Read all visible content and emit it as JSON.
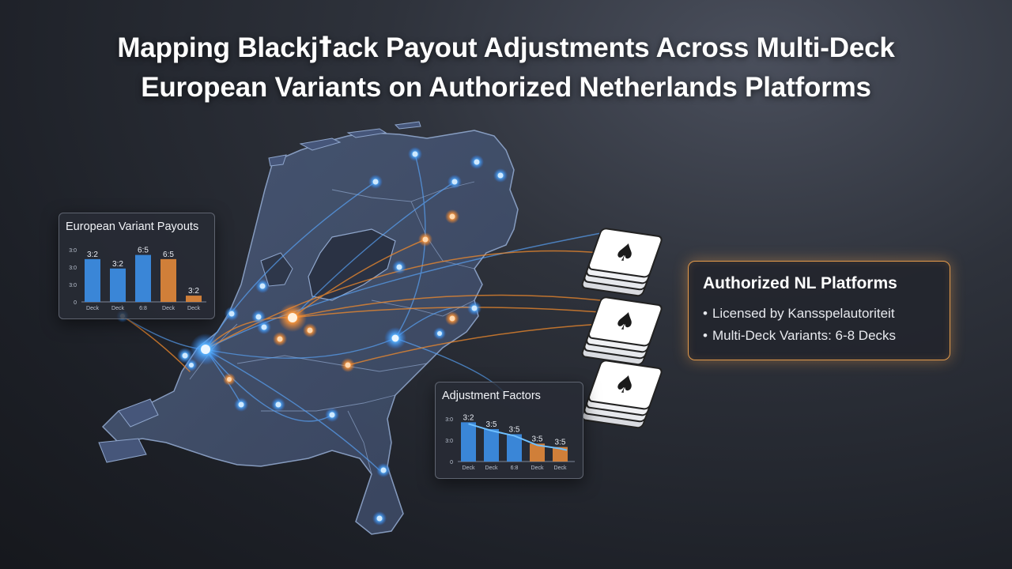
{
  "title": {
    "line1": "Mapping Blackjꝉack Payout Adjustments Across Multi-Deck",
    "line2": "European Variants on Authorized Netherlands Platforms"
  },
  "payouts_panel": {
    "title": "European Variant Payouts",
    "y_ticks": [
      "3:0",
      "3:0",
      "3:0",
      "0"
    ],
    "bars": [
      {
        "label": "3:2",
        "x_label": "Deck",
        "value": 0.82,
        "color": "#3b8be0"
      },
      {
        "label": "3:2",
        "x_label": "Deck",
        "value": 0.64,
        "color": "#3b8be0"
      },
      {
        "label": "6:5",
        "x_label": "6:8",
        "value": 0.9,
        "color": "#3b8be0"
      },
      {
        "label": "6:5",
        "x_label": "Deck",
        "value": 0.82,
        "color": "#d9843a"
      },
      {
        "label": "3:2",
        "x_label": "Deck",
        "value": 0.12,
        "color": "#d9843a"
      }
    ]
  },
  "factors_panel": {
    "title": "Adjustment Factors",
    "y_ticks": [
      "3:0",
      "3:0",
      "0"
    ],
    "bars": [
      {
        "label": "3:2",
        "x_label": "Deck",
        "value": 0.92,
        "color": "#3b8be0"
      },
      {
        "label": "3:5",
        "x_label": "Deck",
        "value": 0.76,
        "color": "#3b8be0"
      },
      {
        "label": "3:5",
        "x_label": "6:8",
        "value": 0.64,
        "color": "#3b8be0"
      },
      {
        "label": "3:5",
        "x_label": "Deck",
        "value": 0.42,
        "color": "#d9843a"
      },
      {
        "label": "3:5",
        "x_label": "Deck",
        "value": 0.34,
        "color": "#d9843a"
      }
    ]
  },
  "platforms": {
    "title": "Authorized NL Platforms",
    "bullet": "•",
    "items": [
      "Licensed by Kansspelautoriteit",
      "Multi-Deck Variants: 6-8 Decks"
    ]
  },
  "colors": {
    "blue_node": "#4aa8ff",
    "orange_node": "#f08a2c",
    "accent_border": "#e39a4b"
  }
}
